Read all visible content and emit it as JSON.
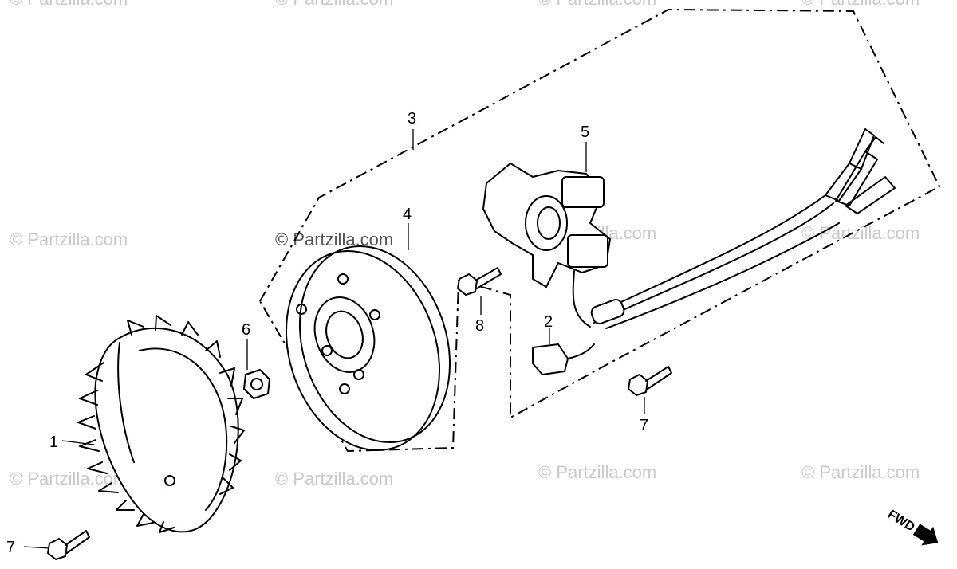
{
  "watermark": {
    "text": "© Partzilla.com"
  },
  "callouts": {
    "c1": "1",
    "c2": "2",
    "c3": "3",
    "c4": "4",
    "c5": "5",
    "c6": "6",
    "c7a": "7",
    "c7b": "7",
    "c8": "8"
  },
  "fwd": {
    "label": "FWD"
  },
  "colors": {
    "ink": "#000000",
    "watermark": "#c9c9c9"
  }
}
